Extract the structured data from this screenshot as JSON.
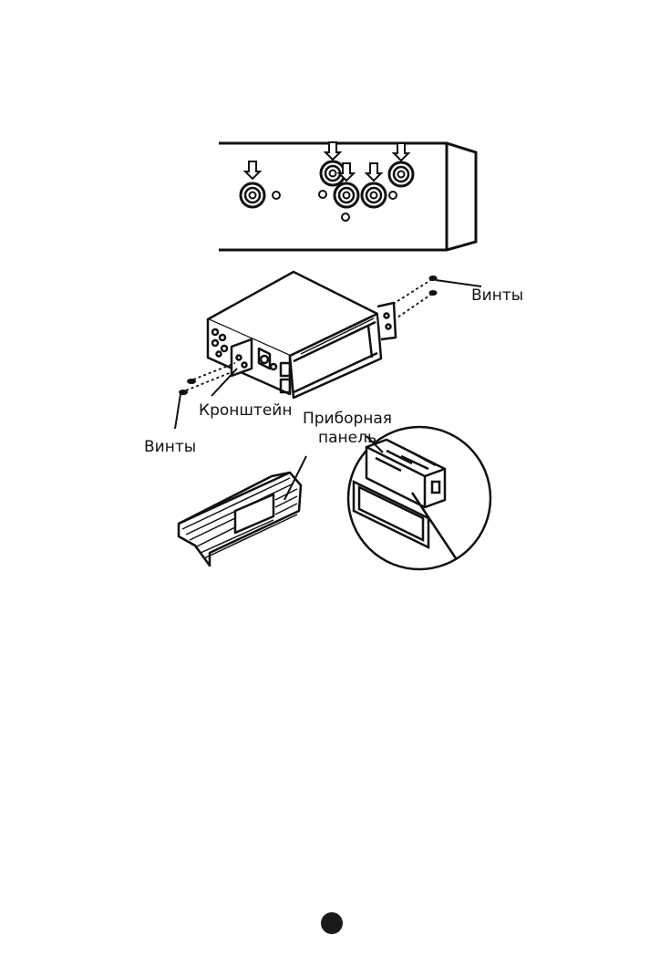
{
  "labels": {
    "screws_right": "Винты",
    "screws_left": "Винты",
    "bracket": "Кронштейн",
    "dashboard_line1": "Приборная",
    "dashboard_line2": "панель"
  },
  "colors": {
    "ink": "#111111",
    "background": "#ffffff"
  },
  "icons": {
    "arrow": "down-arrow-icon",
    "page_marker": "filled-circle-icon"
  }
}
